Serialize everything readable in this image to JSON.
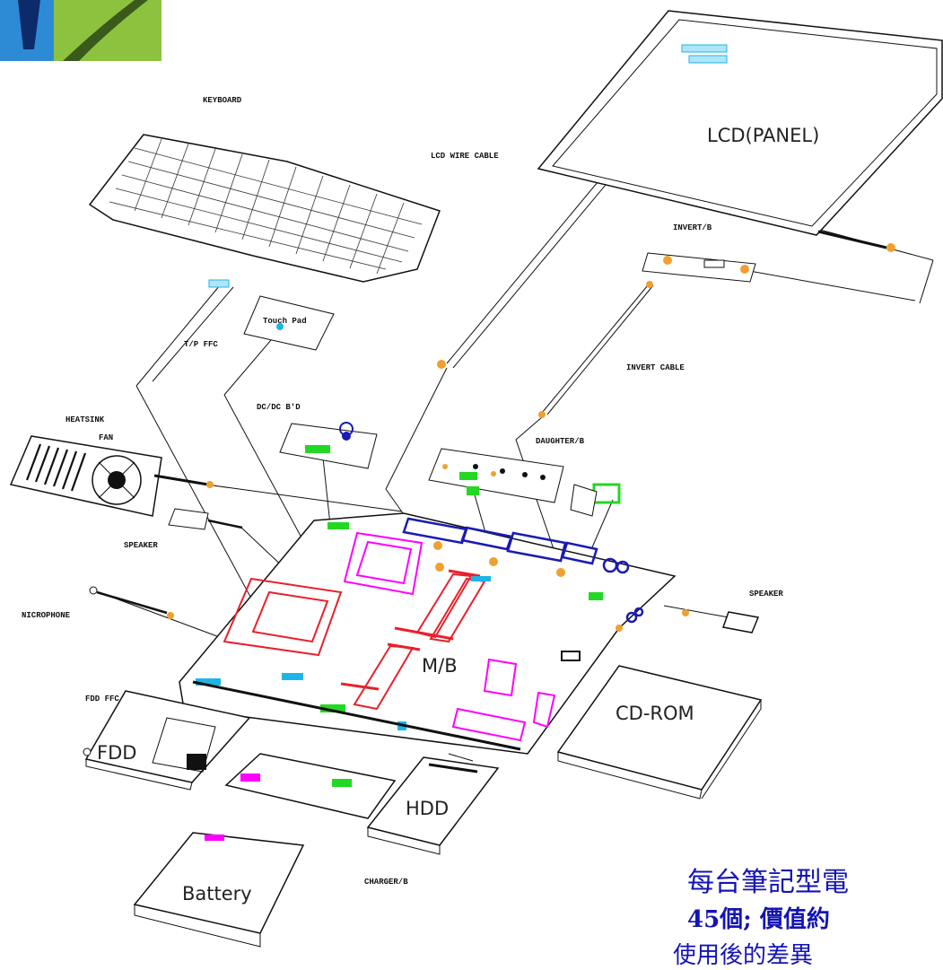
{
  "labels": {
    "keyboard": "KEYBOARD",
    "lcd_wire_cable": "LCD WIRE CABLE",
    "lcd_panel": "LCD(PANEL)",
    "invert_b": "INVERT/B",
    "invert_cable": "INVERT CABLE",
    "touch_pad": "Touch Pad",
    "tp_ffc": "T/P FFC",
    "dcdc_bd": "DC/DC B'D",
    "heatsink": "HEATSINK",
    "fan": "FAN",
    "daughter_b": "DAUGHTER/B",
    "speaker_left": "SPEAKER",
    "speaker_right": "SPEAKER",
    "microphone": "NICROPHONE",
    "mb": "M/B",
    "fdd_ffc": "FDD FFC",
    "fdd": "FDD",
    "cdrom": "CD-ROM",
    "hdd": "HDD",
    "battery": "Battery",
    "charger_b": "CHARGER/B"
  },
  "caption": {
    "line1": "每台筆記型電",
    "line2": "45個; 價值約",
    "line3": "使用後的差異"
  },
  "colors": {
    "caption": "#1414b4",
    "cpu_socket": "#ff00ff",
    "red_parts": "#e8212b",
    "green_connectors": "#22d822",
    "blue_connectors": "#1fb4e8",
    "orange_connectors": "#f0a030",
    "io_ports": "#1a1ab4",
    "logo_blue": "#2d8bd6",
    "logo_green": "#8dc23f"
  }
}
